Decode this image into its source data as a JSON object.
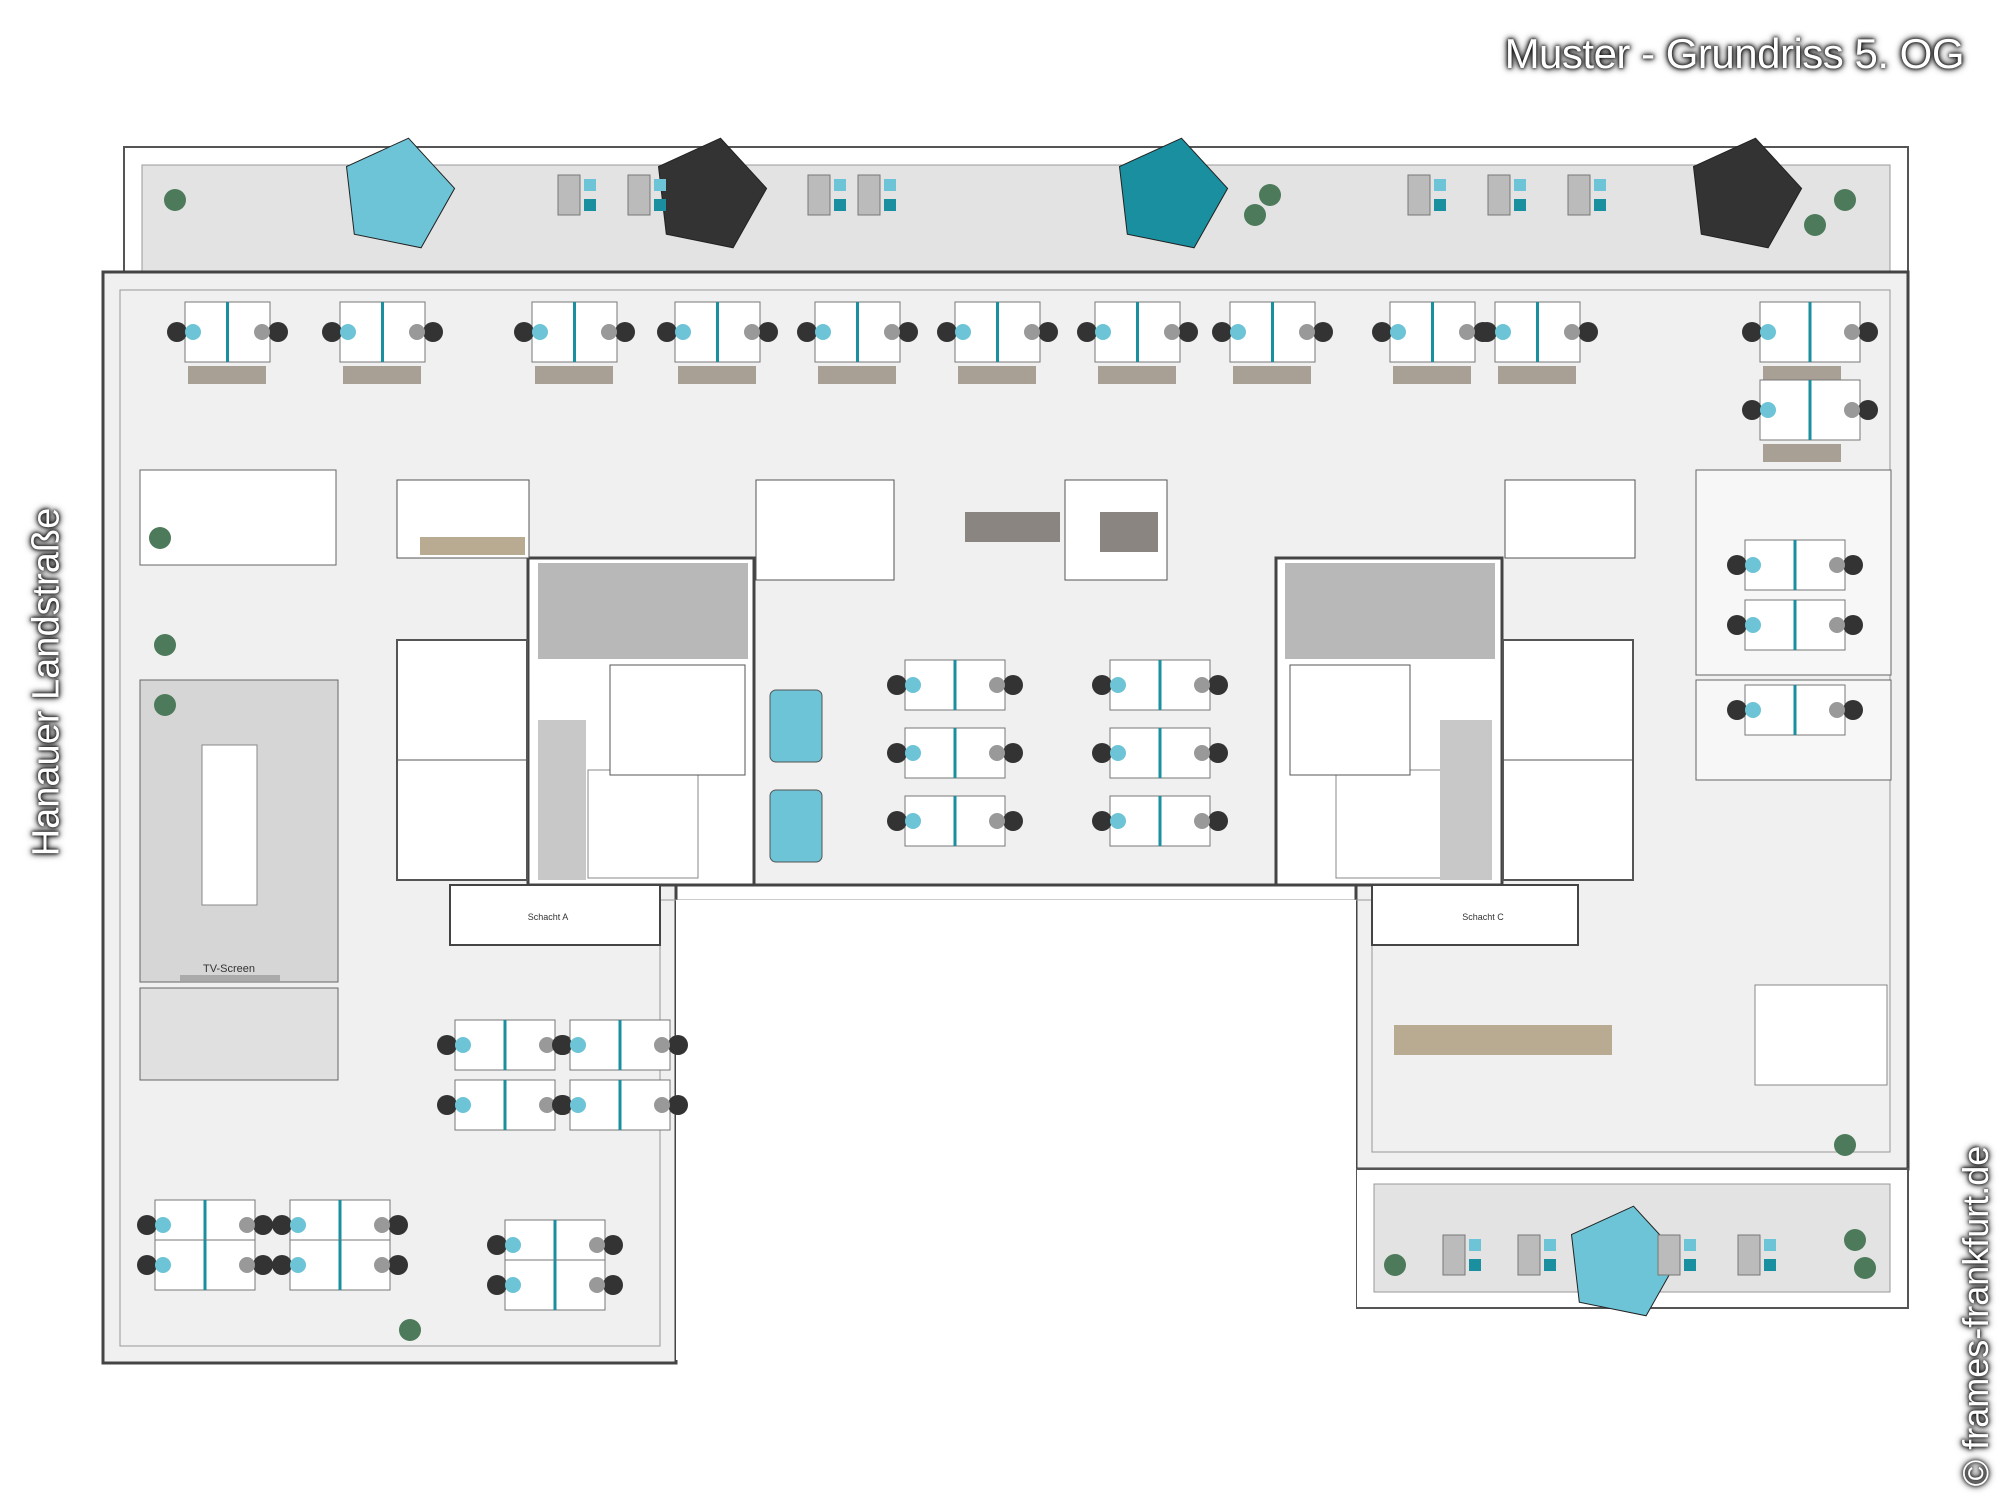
{
  "title": "Muster - Grundriss 5. OG",
  "street_label": "Hanauer Landstraße",
  "copyright": "© frames-frankfurt.de",
  "labels": {
    "shaft_a": "Schacht A",
    "shaft_c": "Schacht C",
    "tv_screen": "TV-Screen"
  },
  "colors": {
    "floor": "#ededed",
    "terrace": "#e2e2e2",
    "accent_light": "#6cc4d6",
    "accent_teal": "#1a8fa0",
    "umbrella_dark": "#333333",
    "wood": "#b9aa92"
  }
}
